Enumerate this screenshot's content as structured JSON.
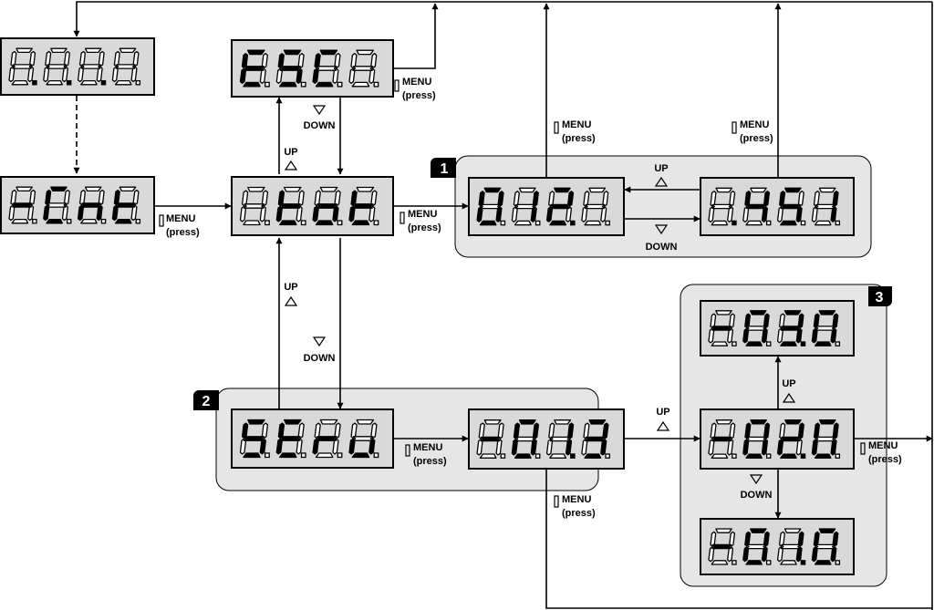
{
  "displays": {
    "d1": {
      "text": "0.0.0.0",
      "segs": [
        "",
        "",
        "",
        ""
      ]
    },
    "d2": {
      "text": "ESC",
      "segs": [
        "E",
        "S",
        "C",
        ""
      ]
    },
    "d3": {
      "text": "-Cnt",
      "segs": [
        "-",
        "C",
        "n",
        "t"
      ]
    },
    "d4": {
      "text": "tot",
      "segs": [
        "",
        "t",
        "o",
        "t"
      ]
    },
    "d5": {
      "text": "012.0",
      "segs": [
        "0",
        "1",
        "2",
        ""
      ]
    },
    "d6": {
      "text": "0.451",
      "segs": [
        "",
        "4",
        "5",
        "1"
      ]
    },
    "d7": {
      "text": "SErv",
      "segs": [
        "S",
        "E",
        "r",
        "v"
      ]
    },
    "d8": {
      "text": "-01.3",
      "segs": [
        "-",
        "0",
        "1",
        "3"
      ]
    },
    "d9": {
      "text": "-03.0",
      "segs": [
        "-",
        "0",
        "3",
        "0"
      ]
    },
    "d10": {
      "text": "-02.0",
      "segs": [
        "-",
        "0",
        "2",
        "0"
      ]
    },
    "d11": {
      "text": "-01.0",
      "segs": [
        "-",
        "0",
        "1",
        "0"
      ]
    }
  },
  "labels": {
    "menu": "MENU",
    "press": "(press)",
    "up": "UP",
    "down": "DOWN"
  },
  "groups": {
    "g1": "1",
    "g2": "2",
    "g3": "3"
  },
  "colors": {
    "group_fill": "#e6e6e6",
    "display_fill": "#d9d9d9",
    "segment_on": "#000000",
    "segment_off": "#ffffff",
    "badge": "#000000"
  }
}
